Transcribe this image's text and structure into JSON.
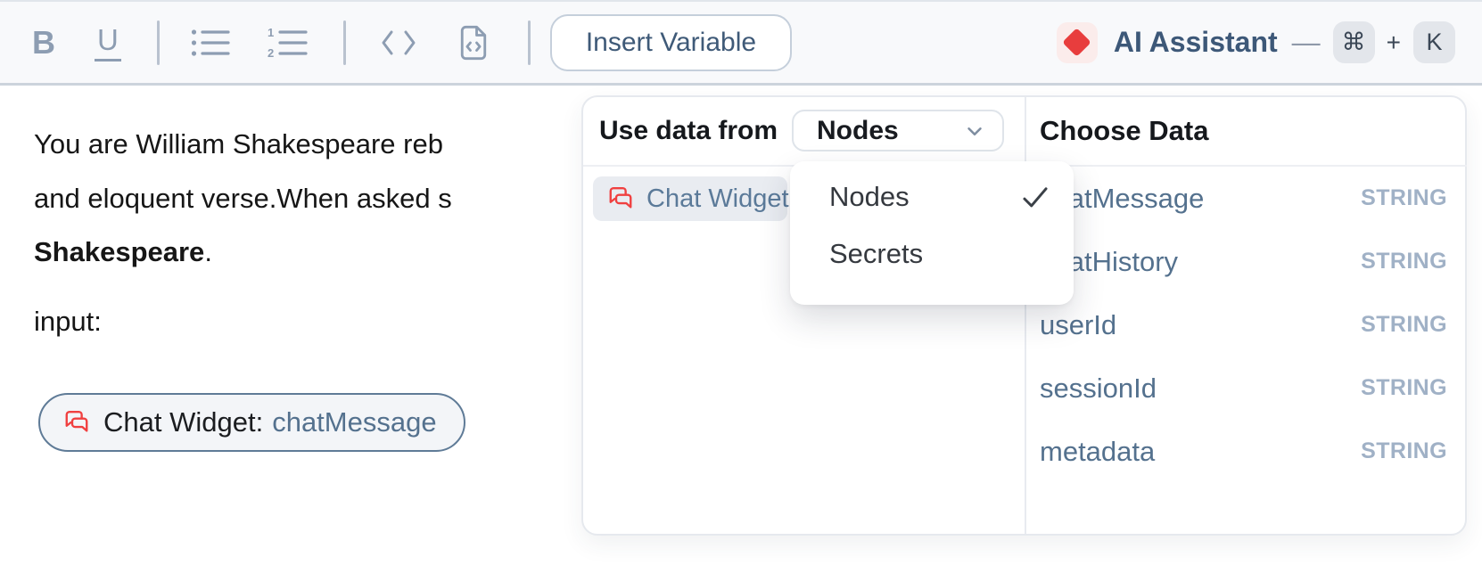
{
  "toolbar": {
    "bold_label": "B",
    "underline_label": "U",
    "insert_variable_label": "Insert Variable",
    "ai_assistant_label": "AI Assistant",
    "shortcut_dash": "—",
    "shortcut_cmd": "⌘",
    "shortcut_plus": "+",
    "shortcut_key": "K"
  },
  "editor": {
    "line1": "You are William Shakespeare reb",
    "line2": "and eloquent verse.When asked s",
    "line3_bold": "Shakespeare",
    "line3_period": ".",
    "input_label": "input:",
    "chip": {
      "label": "Chat Widget:",
      "value": "chatMessage"
    }
  },
  "popup": {
    "use_data_from_label": "Use data from",
    "source_select_value": "Nodes",
    "node_item_label": "Chat Widget",
    "dropdown": {
      "items": [
        {
          "label": "Nodes",
          "checked": true
        },
        {
          "label": "Secrets",
          "checked": false
        }
      ]
    },
    "choose_data": {
      "title": "Choose Data",
      "items": [
        {
          "name": "chatMessage",
          "type": "STRING"
        },
        {
          "name": "chatHistory",
          "type": "STRING"
        },
        {
          "name": "userId",
          "type": "STRING"
        },
        {
          "name": "sessionId",
          "type": "STRING"
        },
        {
          "name": "metadata",
          "type": "STRING"
        }
      ]
    }
  },
  "colors": {
    "accent_red": "#e83d3d",
    "slate_text": "#3d5878",
    "variable_blue": "#54718e",
    "type_gray": "#a0b1c6"
  }
}
